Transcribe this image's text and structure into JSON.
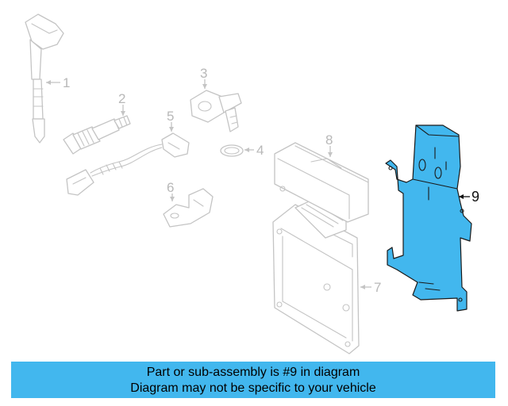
{
  "diagram": {
    "callouts": [
      {
        "id": "1",
        "label": "1"
      },
      {
        "id": "2",
        "label": "2"
      },
      {
        "id": "3",
        "label": "3"
      },
      {
        "id": "4",
        "label": "4"
      },
      {
        "id": "5",
        "label": "5"
      },
      {
        "id": "6",
        "label": "6"
      },
      {
        "id": "7",
        "label": "7"
      },
      {
        "id": "8",
        "label": "8"
      },
      {
        "id": "9",
        "label": "9"
      }
    ],
    "highlighted_part": "9",
    "highlight_color": "#42b7ee",
    "part_line_color": "#c4c4c4"
  },
  "banner": {
    "line1": "Part or sub-assembly is #9 in diagram",
    "line2": "Diagram may not be specific to your vehicle",
    "background": "#42b7ee"
  }
}
